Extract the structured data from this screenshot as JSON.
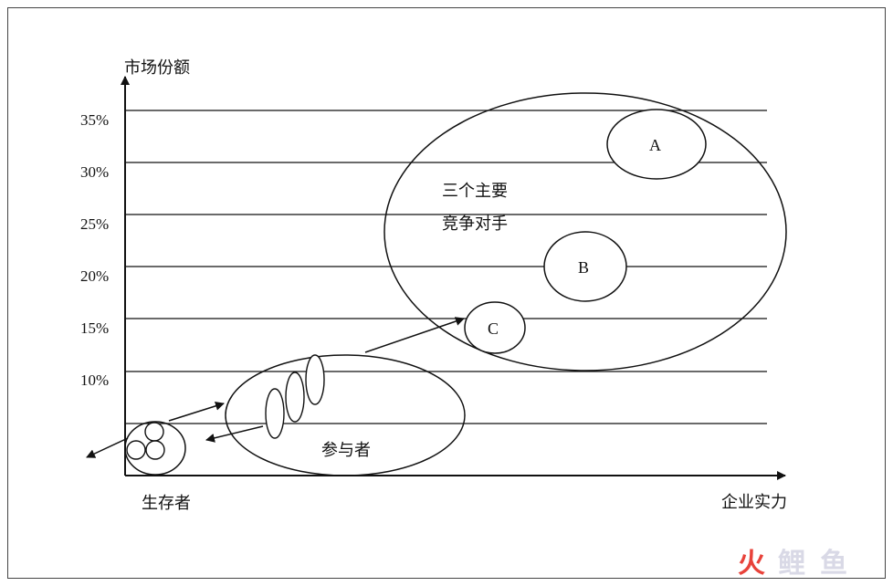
{
  "y_axis_label": "市场份额",
  "x_axis_label": "企业实力",
  "y_ticks": [
    "35%",
    "30%",
    "25%",
    "20%",
    "15%",
    "10%"
  ],
  "groups": {
    "competitors_line1": "三个主要",
    "competitors_line2": "竞争对手",
    "participants": "参与者",
    "survivors": "生存者"
  },
  "companies": [
    "A",
    "B",
    "C"
  ],
  "watermark": {
    "char1": "火",
    "char2": "鲤",
    "char3": "鱼"
  },
  "colors": {
    "ink": "#111111",
    "watermark_red": "#e8423a",
    "watermark_grey": "#d9d9e6"
  }
}
